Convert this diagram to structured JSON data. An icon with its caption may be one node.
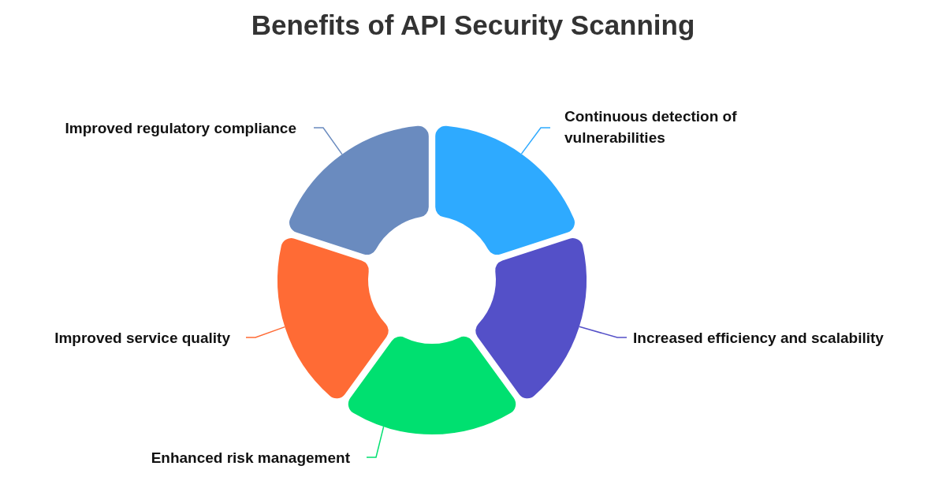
{
  "diagram": {
    "title": "Benefits of API Security Scanning",
    "nodes": [
      {
        "text": [
          "Improved regulatory compliance"
        ]
      },
      {
        "text": [
          "Continuous detection of vulnerabilities"
        ]
      },
      {
        "text": [
          "Increased efficiency and scalability"
        ]
      },
      {
        "text": [
          "Improved service quality"
        ]
      },
      {
        "text": [
          "Enhanced risk management"
        ]
      },
      {
        "text": [],
        "shape": "segment"
      },
      {
        "text": [],
        "shape": "segment"
      },
      {
        "text": [],
        "shape": "segment"
      },
      {
        "text": [],
        "shape": "segment"
      },
      {
        "text": [],
        "shape": "segment"
      }
    ],
    "edges": [
      {
        "from": 0,
        "to": 5,
        "arrow": "none",
        "color": "#6a8bbf"
      },
      {
        "from": 1,
        "to": 6,
        "arrow": "none",
        "color": "#2eaaff"
      },
      {
        "from": 2,
        "to": 7,
        "arrow": "none",
        "color": "#5450c8"
      },
      {
        "from": 3,
        "to": 8,
        "arrow": "none",
        "color": "#ff6b35"
      },
      {
        "from": 4,
        "to": 9,
        "arrow": "none",
        "color": "#00e070"
      }
    ]
  }
}
